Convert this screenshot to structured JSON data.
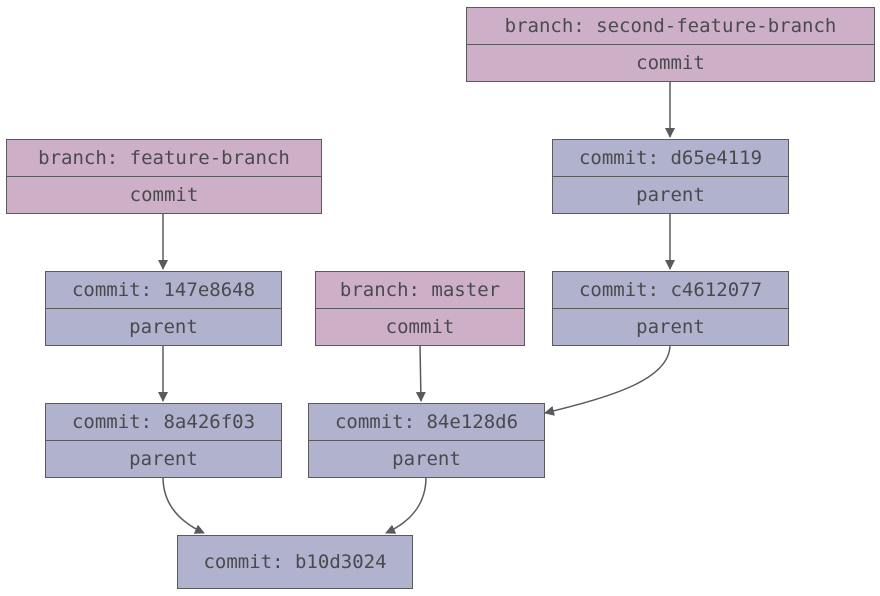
{
  "nodes": {
    "second_feature_branch": {
      "label": "branch: second-feature-branch",
      "sub": "commit"
    },
    "d65e4119": {
      "label": "commit: d65e4119",
      "sub": "parent"
    },
    "c4612077": {
      "label": "commit: c4612077",
      "sub": "parent"
    },
    "feature_branch": {
      "label": "branch: feature-branch",
      "sub": "commit"
    },
    "c147e8648": {
      "label": "commit: 147e8648",
      "sub": "parent"
    },
    "master": {
      "label": "branch: master",
      "sub": "commit"
    },
    "c8a426f03": {
      "label": "commit: 8a426f03",
      "sub": "parent"
    },
    "c84e128d6": {
      "label": "commit: 84e128d6",
      "sub": "parent"
    },
    "b10d3024": {
      "label": "commit: b10d3024"
    }
  },
  "edges": [
    {
      "from": "second_feature_branch",
      "to": "d65e4119"
    },
    {
      "from": "d65e4119",
      "to": "c4612077"
    },
    {
      "from": "c4612077",
      "to": "c84e128d6"
    },
    {
      "from": "feature_branch",
      "to": "c147e8648"
    },
    {
      "from": "c147e8648",
      "to": "c8a426f03"
    },
    {
      "from": "master",
      "to": "c84e128d6"
    },
    {
      "from": "c8a426f03",
      "to": "b10d3024"
    },
    {
      "from": "c84e128d6",
      "to": "b10d3024"
    }
  ],
  "colors": {
    "branch": "#cdb0c8",
    "commit": "#b1b2cd",
    "stroke": "#5a5a5e",
    "text": "#4a4a4e"
  }
}
